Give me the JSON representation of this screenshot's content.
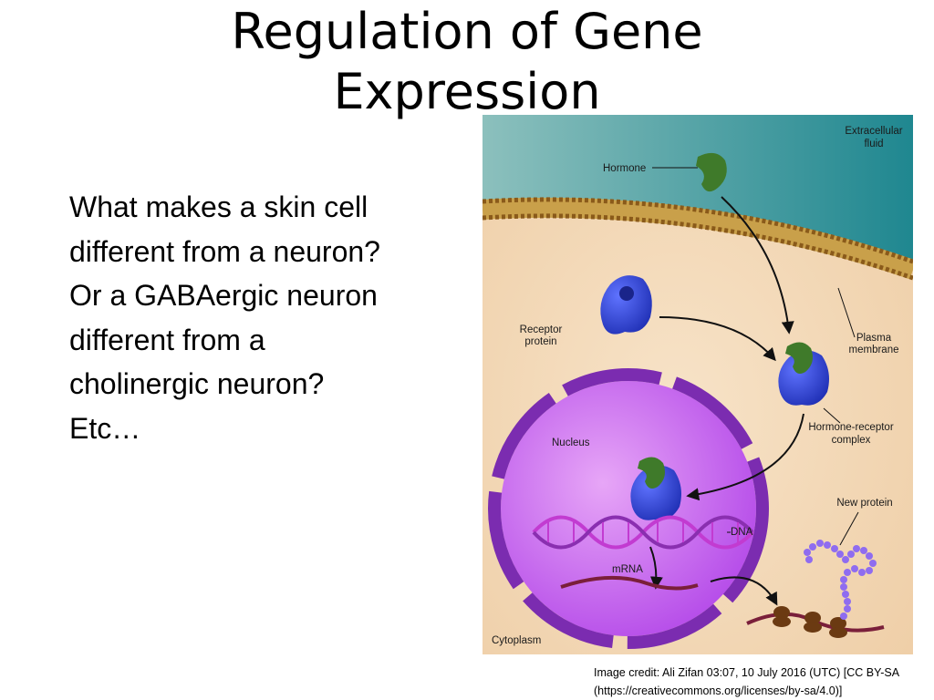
{
  "title": {
    "line1": "Regulation of Gene",
    "line2": "Expression"
  },
  "body_lines": [
    "What makes a skin cell",
    "different from a neuron?",
    "Or a GABAergic neuron",
    "different from a",
    "cholinergic neuron?",
    "Etc…"
  ],
  "figure": {
    "labels": {
      "extracellular_1": "Extracellular",
      "extracellular_2": "fluid",
      "hormone": "Hormone",
      "receptor_1": "Receptor",
      "receptor_2": "protein",
      "plasma_1": "Plasma",
      "plasma_2": "membrane",
      "complex_1": "Hormone-receptor",
      "complex_2": "complex",
      "nucleus": "Nucleus",
      "new_protein": "New protein",
      "dna": "DNA",
      "mrna": "mRNA",
      "cytoplasm": "Cytoplasm"
    },
    "colors": {
      "extracellular": "#2f8f96",
      "cytoplasm": "#f3d7b5",
      "membrane": "#c9a04a",
      "nucleus": "#b54fe6",
      "nuclear_envelope": "#7b2cb0",
      "receptor": "#2f3fd6",
      "hormone": "#3f7a2a",
      "dna": "#c23bd1",
      "mrna": "#7a1f3a",
      "protein": "#8f6cf0"
    }
  },
  "credit": {
    "line1": "Image credit: Ali Zifan 03:07, 10 July 2016 (UTC) [CC BY-SA",
    "line2": "(https://creativecommons.org/licenses/by-sa/4.0)]"
  }
}
